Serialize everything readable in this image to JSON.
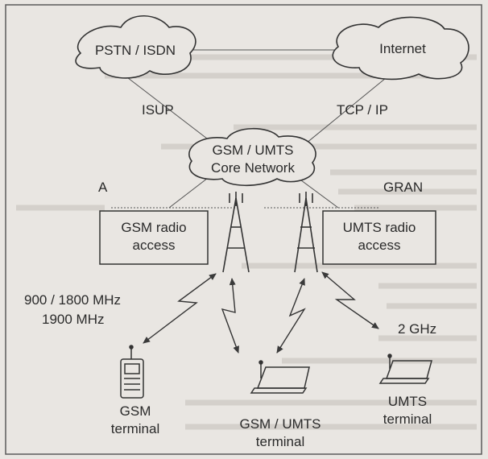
{
  "clouds": {
    "pstn": "PSTN / ISDN",
    "internet": "Internet",
    "core_line1": "GSM / UMTS",
    "core_line2": "Core Network"
  },
  "interfaces": {
    "isup": "ISUP",
    "tcpip": "TCP / IP",
    "a": "A",
    "gran": "GRAN"
  },
  "access": {
    "gsm_line1": "GSM radio",
    "gsm_line2": "access",
    "umts_line1": "UMTS radio",
    "umts_line2": "access"
  },
  "frequencies": {
    "gsm_line1": "900 / 1800 MHz",
    "gsm_line2": "1900 MHz",
    "umts": "2 GHz"
  },
  "terminals": {
    "gsm_line1": "GSM",
    "gsm_line2": "terminal",
    "dual_line1": "GSM / UMTS",
    "dual_line2": "terminal",
    "umts_line1": "UMTS",
    "umts_line2": "terminal"
  },
  "colors": {
    "background": "#e9e6e2",
    "stroke": "#3a3a3a",
    "faint": "#c9c5c0"
  },
  "icons": [
    "antenna-tower-icon",
    "radio-link-icon",
    "mobile-phone-icon",
    "laptop-icon"
  ]
}
